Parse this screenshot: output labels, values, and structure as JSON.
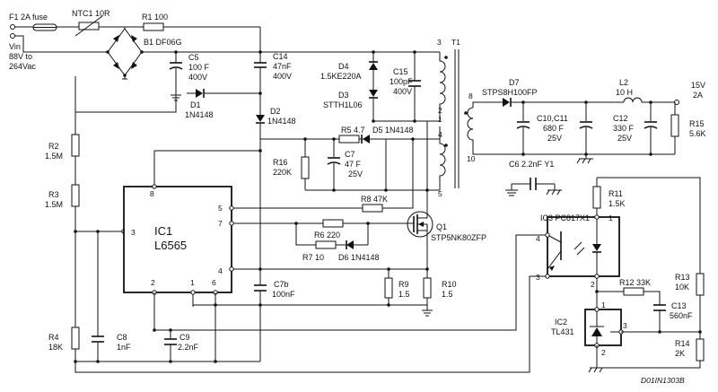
{
  "input": {
    "fuse": "F1 2A fuse",
    "ntc": "NTC1 10R",
    "vin": "Vin",
    "range1": "88V to",
    "range2": "264Vac"
  },
  "output": {
    "voltage": "15V",
    "current": "2A"
  },
  "ic1": {
    "ref": "IC1",
    "part": "L6565",
    "pins": {
      "p1": "1",
      "p2": "2",
      "p3": "3",
      "p4": "4",
      "p5": "5",
      "p6": "6",
      "p7": "7",
      "p8": "8"
    }
  },
  "q1": {
    "ref": "Q1",
    "part": "STP5NK80ZFP"
  },
  "ic3": {
    "label": "IC3 PC817X1",
    "p1": "1",
    "p2": "2",
    "p3": "3",
    "p4": "4"
  },
  "ic2": {
    "ref": "IC2",
    "part": "TL431",
    "p1": "1",
    "p2": "2",
    "p3": "3"
  },
  "transformer": {
    "ref": "T1",
    "p1": "1",
    "p2": "2",
    "p3": "3",
    "p4": "4",
    "p5": "5",
    "p8": "8",
    "p10": "10"
  },
  "labels": {
    "r1": "R1 100",
    "b1": "B1 DF06G",
    "c5a": "C5",
    "c5b": "100 F",
    "c5c": "400V",
    "c14a": "C14",
    "c14b": "47nF",
    "c14c": "400V",
    "d1a": "D1",
    "d1b": "1N4148",
    "d2a": "D2",
    "d2b": "1N4148",
    "d4a": "D4",
    "d4b": "1.5KE220A",
    "d3a": "D3",
    "d3b": "STTH1L06",
    "c15a": "C15",
    "c15b": "100pF",
    "c15c": "400V",
    "r5": "R5 4.7",
    "d5": "D5 1N4148",
    "r16a": "R16",
    "r16b": "220K",
    "c7a": "C7",
    "c7b": "47 F",
    "c7c": "25V",
    "r8": "R8 47K",
    "r6": "R6 220",
    "r7": "R7 10",
    "d6": "D6 1N4148",
    "r2a": "R2",
    "r2b": "1.5M",
    "r3a": "R3",
    "r3b": "1.5M",
    "r4a": "R4",
    "r4b": "18K",
    "c8a": "C8",
    "c8b": "1nF",
    "c9a": "C9",
    "c9b": "2.2nF",
    "c7ba": "C7b",
    "c7bb": "100nF",
    "r9a": "R9",
    "r9b": "1.5",
    "r10a": "R10",
    "r10b": "1.5",
    "d7a": "D7",
    "d7b": "STPS8H100FP",
    "c1011a": "C10,C11",
    "c1011b": "680 F",
    "c1011c": "25V",
    "l2a": "L2",
    "l2b": "10 H",
    "c12a": "C12",
    "c12b": "330 F",
    "c12c": "25V",
    "r15a": "R15",
    "r15b": "5.6K",
    "c6": "C6 2.2nF Y1",
    "r11a": "R11",
    "r11b": "1.5K",
    "r12": "R12 33K",
    "c13a": "C13",
    "c13b": "560nF",
    "r13a": "R13",
    "r13b": "10K",
    "r14a": "R14",
    "r14b": "2K",
    "ref": "D01IN1303B"
  }
}
